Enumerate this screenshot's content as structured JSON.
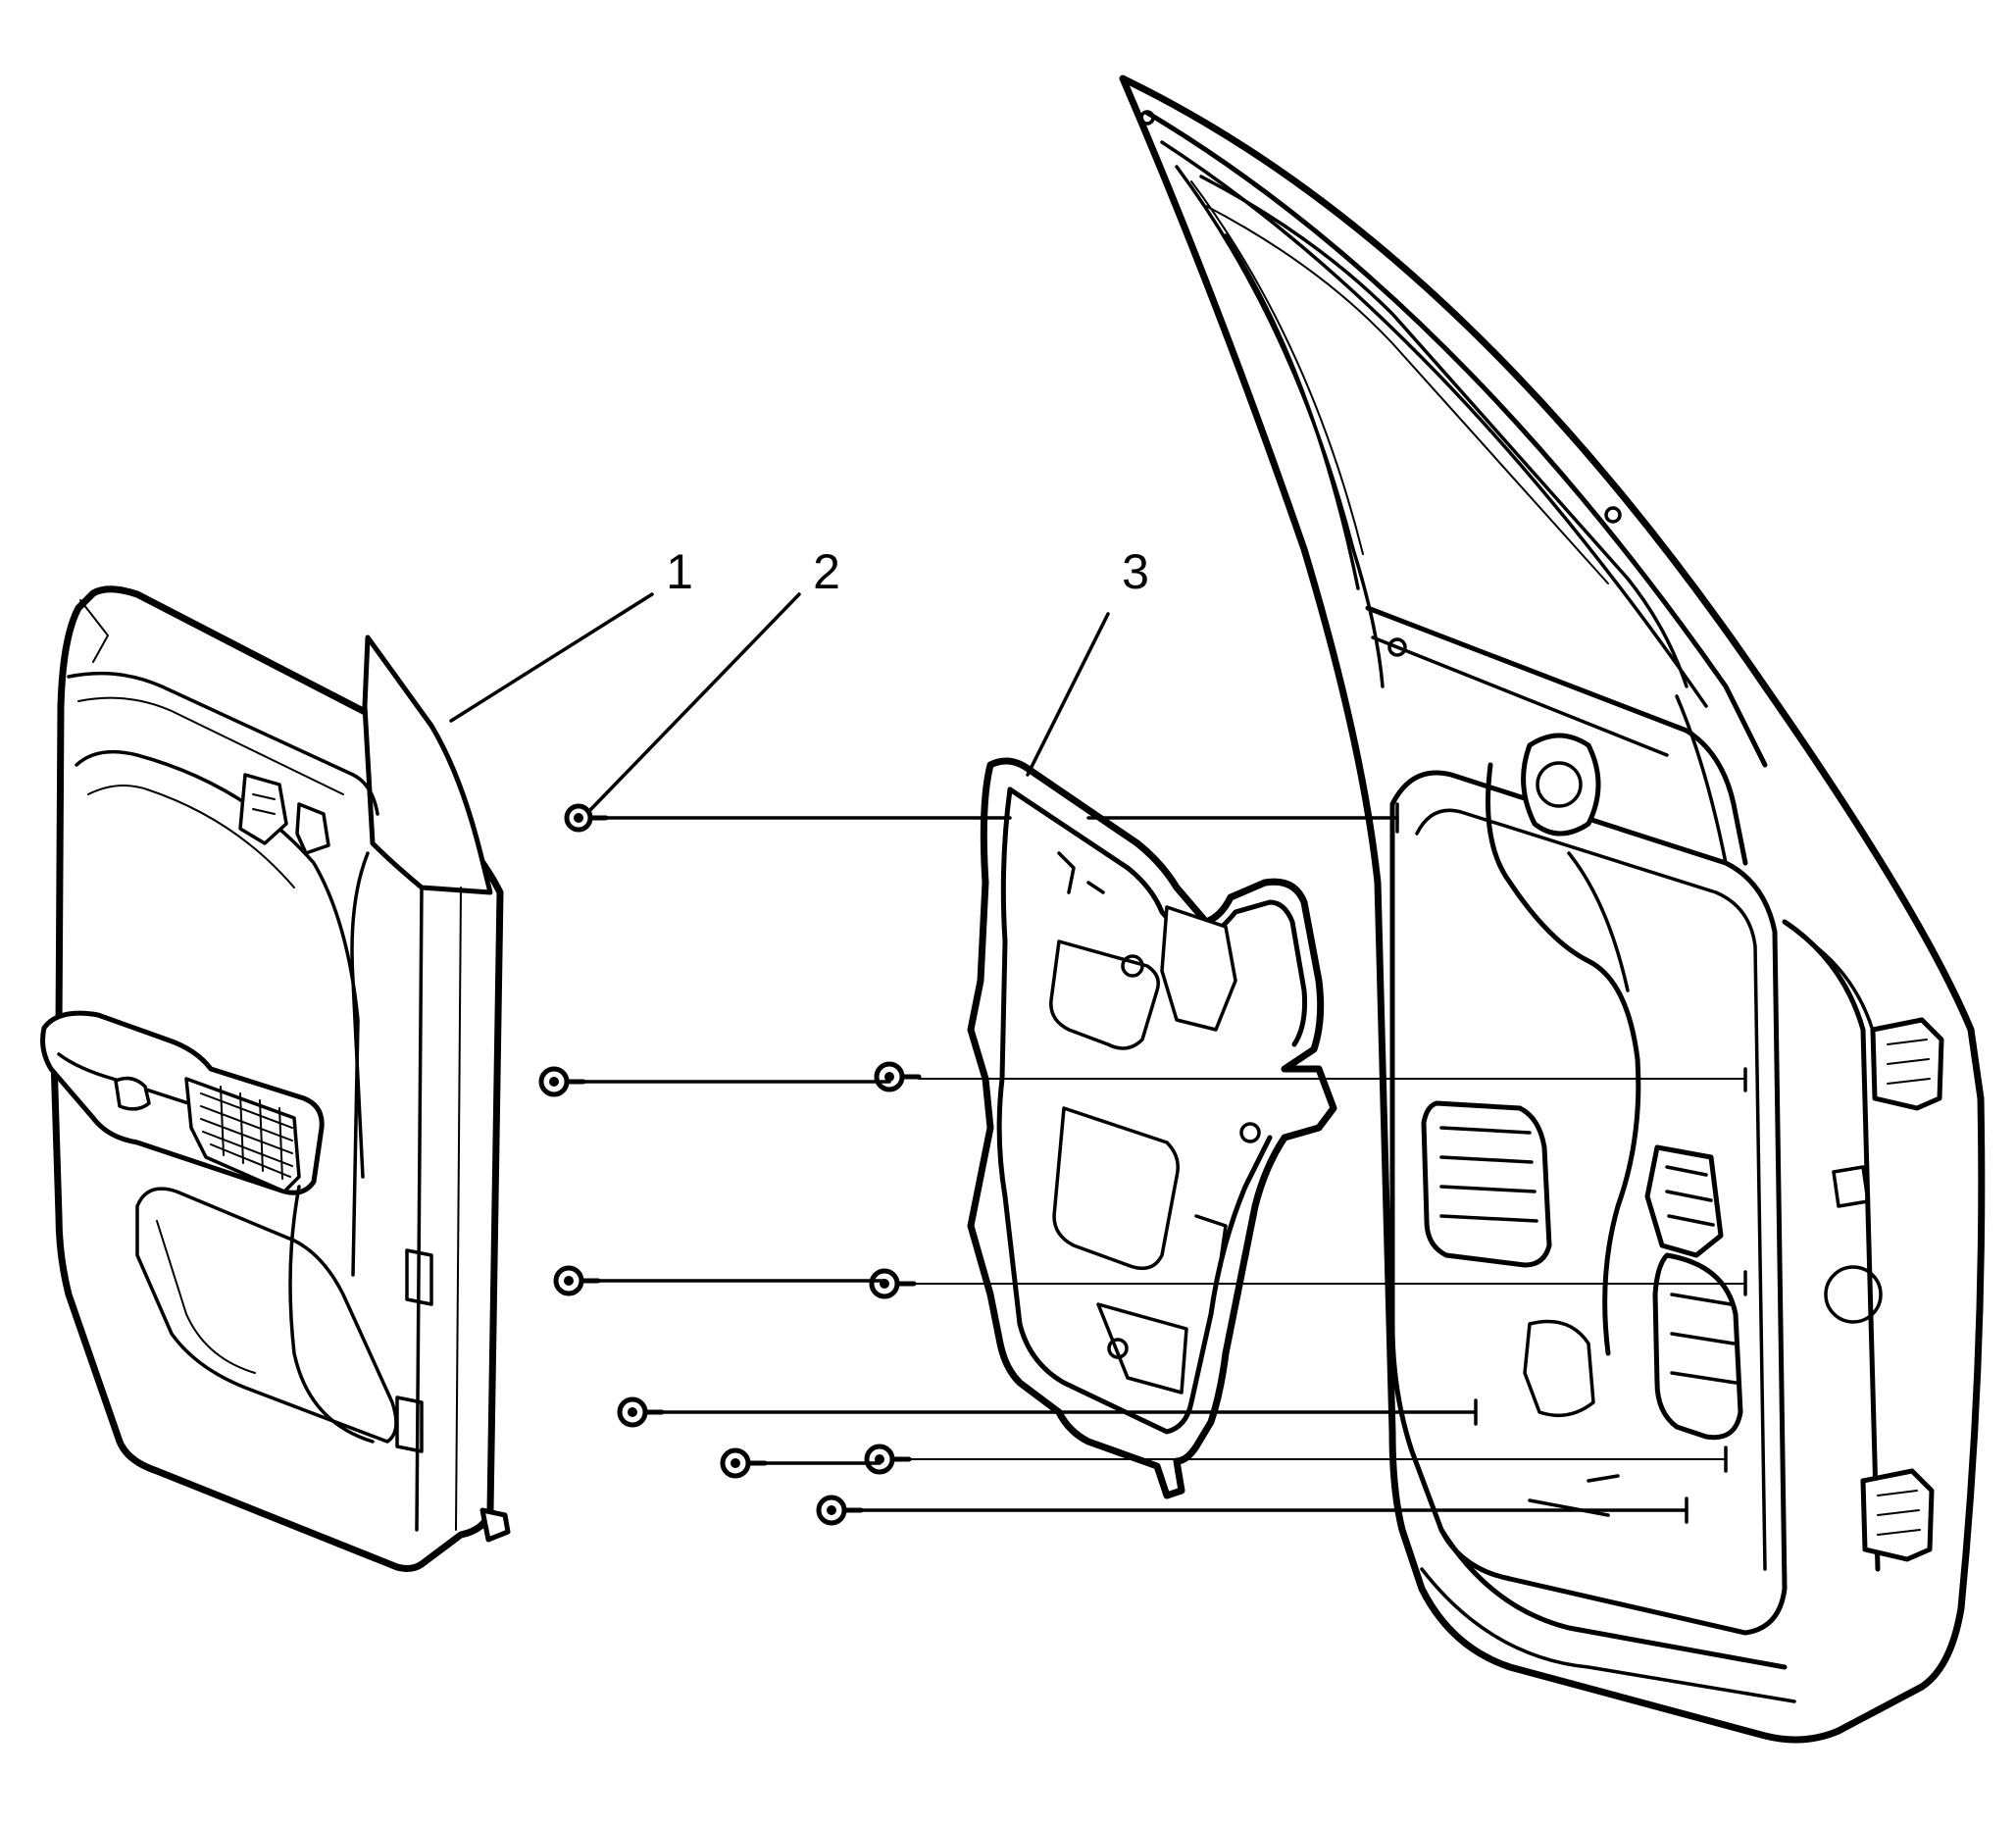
{
  "callouts": [
    {
      "id": 1,
      "label": "1"
    },
    {
      "id": 2,
      "label": "2"
    },
    {
      "id": 3,
      "label": "3"
    }
  ],
  "colors": {
    "line": "#000000",
    "background": "#ffffff"
  }
}
